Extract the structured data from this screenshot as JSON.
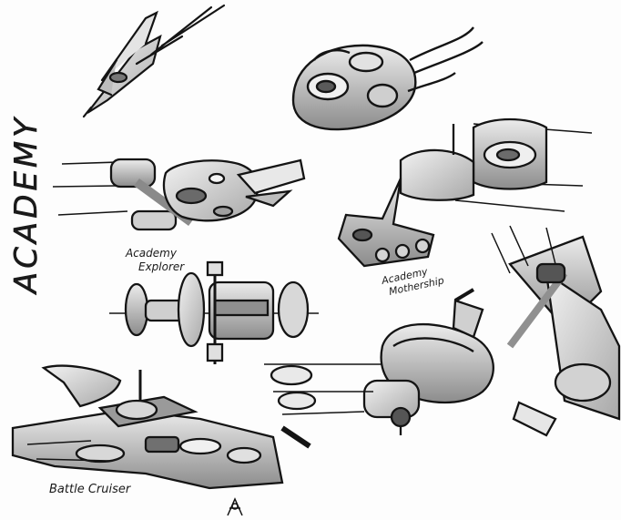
{
  "title_vertical": "ACADEMY",
  "labels": {
    "explorer_line1": "Academy",
    "explorer_line2": "Explorer",
    "mothership_line1": "Academy",
    "mothership_line2": "Mothership",
    "battle_cruiser": "Battle Cruiser"
  },
  "colors": {
    "ink": "#141414",
    "light_gray": "#d9d9d9",
    "mid_gray": "#9a9a9a",
    "dark_gray": "#5a5a5a",
    "paper": "#fdfdfd"
  }
}
